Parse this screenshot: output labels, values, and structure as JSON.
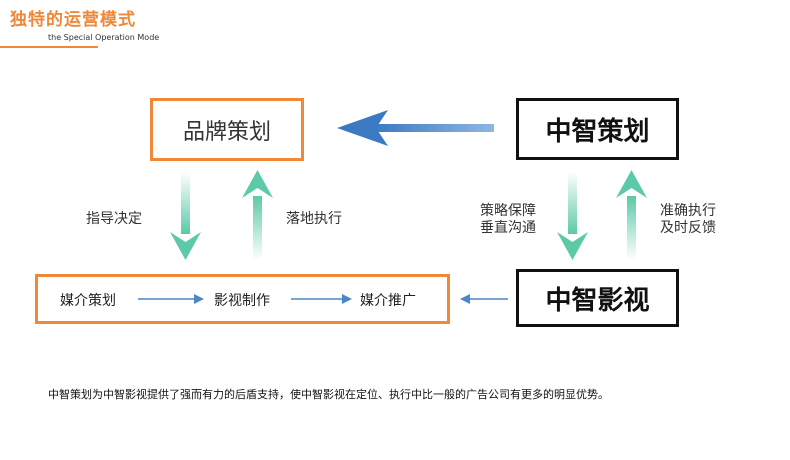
{
  "header": {
    "title": "独特的运营模式",
    "subtitle": "the Special Operation Mode"
  },
  "nodes": {
    "brand_planning": "品牌策划",
    "zhongzhi_planning": "中智策划",
    "zhongzhi_film": "中智影视",
    "media_flow": [
      "媒介策划",
      "影视制作",
      "媒介推广"
    ]
  },
  "edge_labels": {
    "guide_decision": "指导决定",
    "implement": "落地执行",
    "strategy_line1": "策略保障",
    "strategy_line2": "垂直沟通",
    "accurate_line1": "准确执行",
    "accurate_line2": "及时反馈"
  },
  "caption": "中智策划为中智影视提供了强而有力的后盾支持，使中智影视在定位、执行中比一般的广告公司有更多的明显优势。",
  "colors": {
    "accent_orange": "#f0883a",
    "arrow_blue": "#4a86c8",
    "arrow_green": "#5cc9a7",
    "box_black": "#111111"
  }
}
